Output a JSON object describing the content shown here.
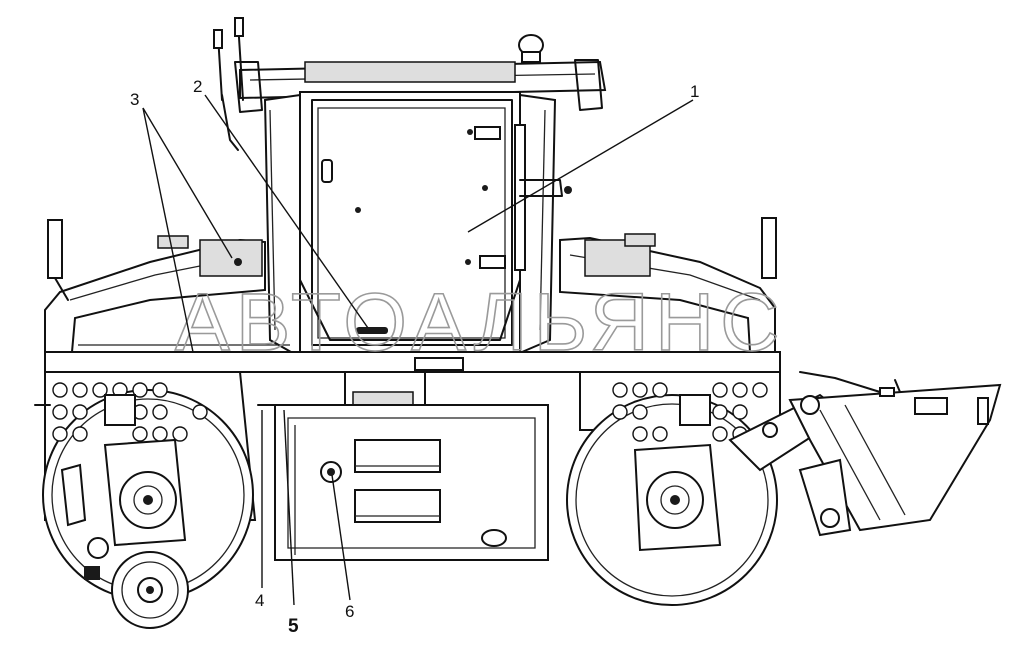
{
  "watermark": "АВТОАЛЬЯНС",
  "callouts": [
    "1",
    "2",
    "3",
    "4",
    "5",
    "6"
  ]
}
